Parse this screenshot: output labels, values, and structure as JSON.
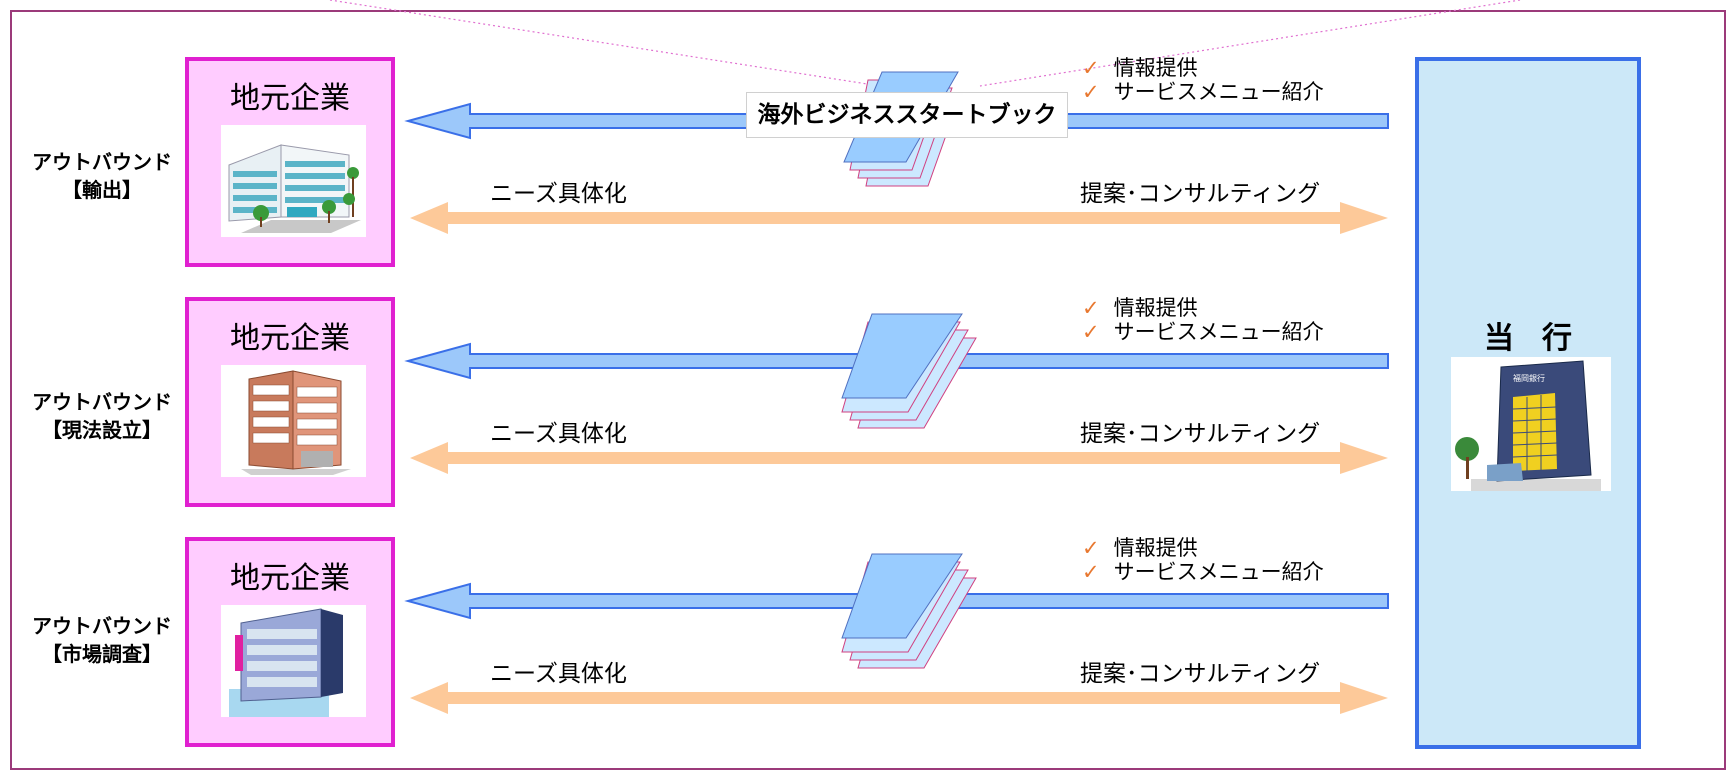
{
  "rows": [
    {
      "label_line1": "アウトバウンド",
      "label_line2": "【輸出】",
      "company_title": "地元企業",
      "info_items": [
        "情報提供",
        "サービスメニュー紹介"
      ],
      "left_text": "ニーズ具体化",
      "right_text": "提案･コンサルティング"
    },
    {
      "label_line1": "アウトバウンド",
      "label_line2": "【現法設立】",
      "company_title": "地元企業",
      "info_items": [
        "情報提供",
        "サービスメニュー紹介"
      ],
      "left_text": "ニーズ具体化",
      "right_text": "提案･コンサルティング"
    },
    {
      "label_line1": "アウトバウンド",
      "label_line2": "【市場調査】",
      "company_title": "地元企業",
      "info_items": [
        "情報提供",
        "サービスメニュー紹介"
      ],
      "left_text": "ニーズ具体化",
      "right_text": "提案･コンサルティング"
    }
  ],
  "book_label": "海外ビジネススタートブック",
  "bank": {
    "title": "当行",
    "sign": "福岡銀行"
  },
  "check_mark": "✓",
  "colors": {
    "company_fill": "#ffccff",
    "company_border": "#e020d0",
    "bank_fill": "#cce8f8",
    "bank_border": "#3a6fe8",
    "blue_arrow": "#9cc8fa",
    "orange_arrow": "#fdc999",
    "check": "#e87830",
    "frame": "#9b3a7a"
  }
}
